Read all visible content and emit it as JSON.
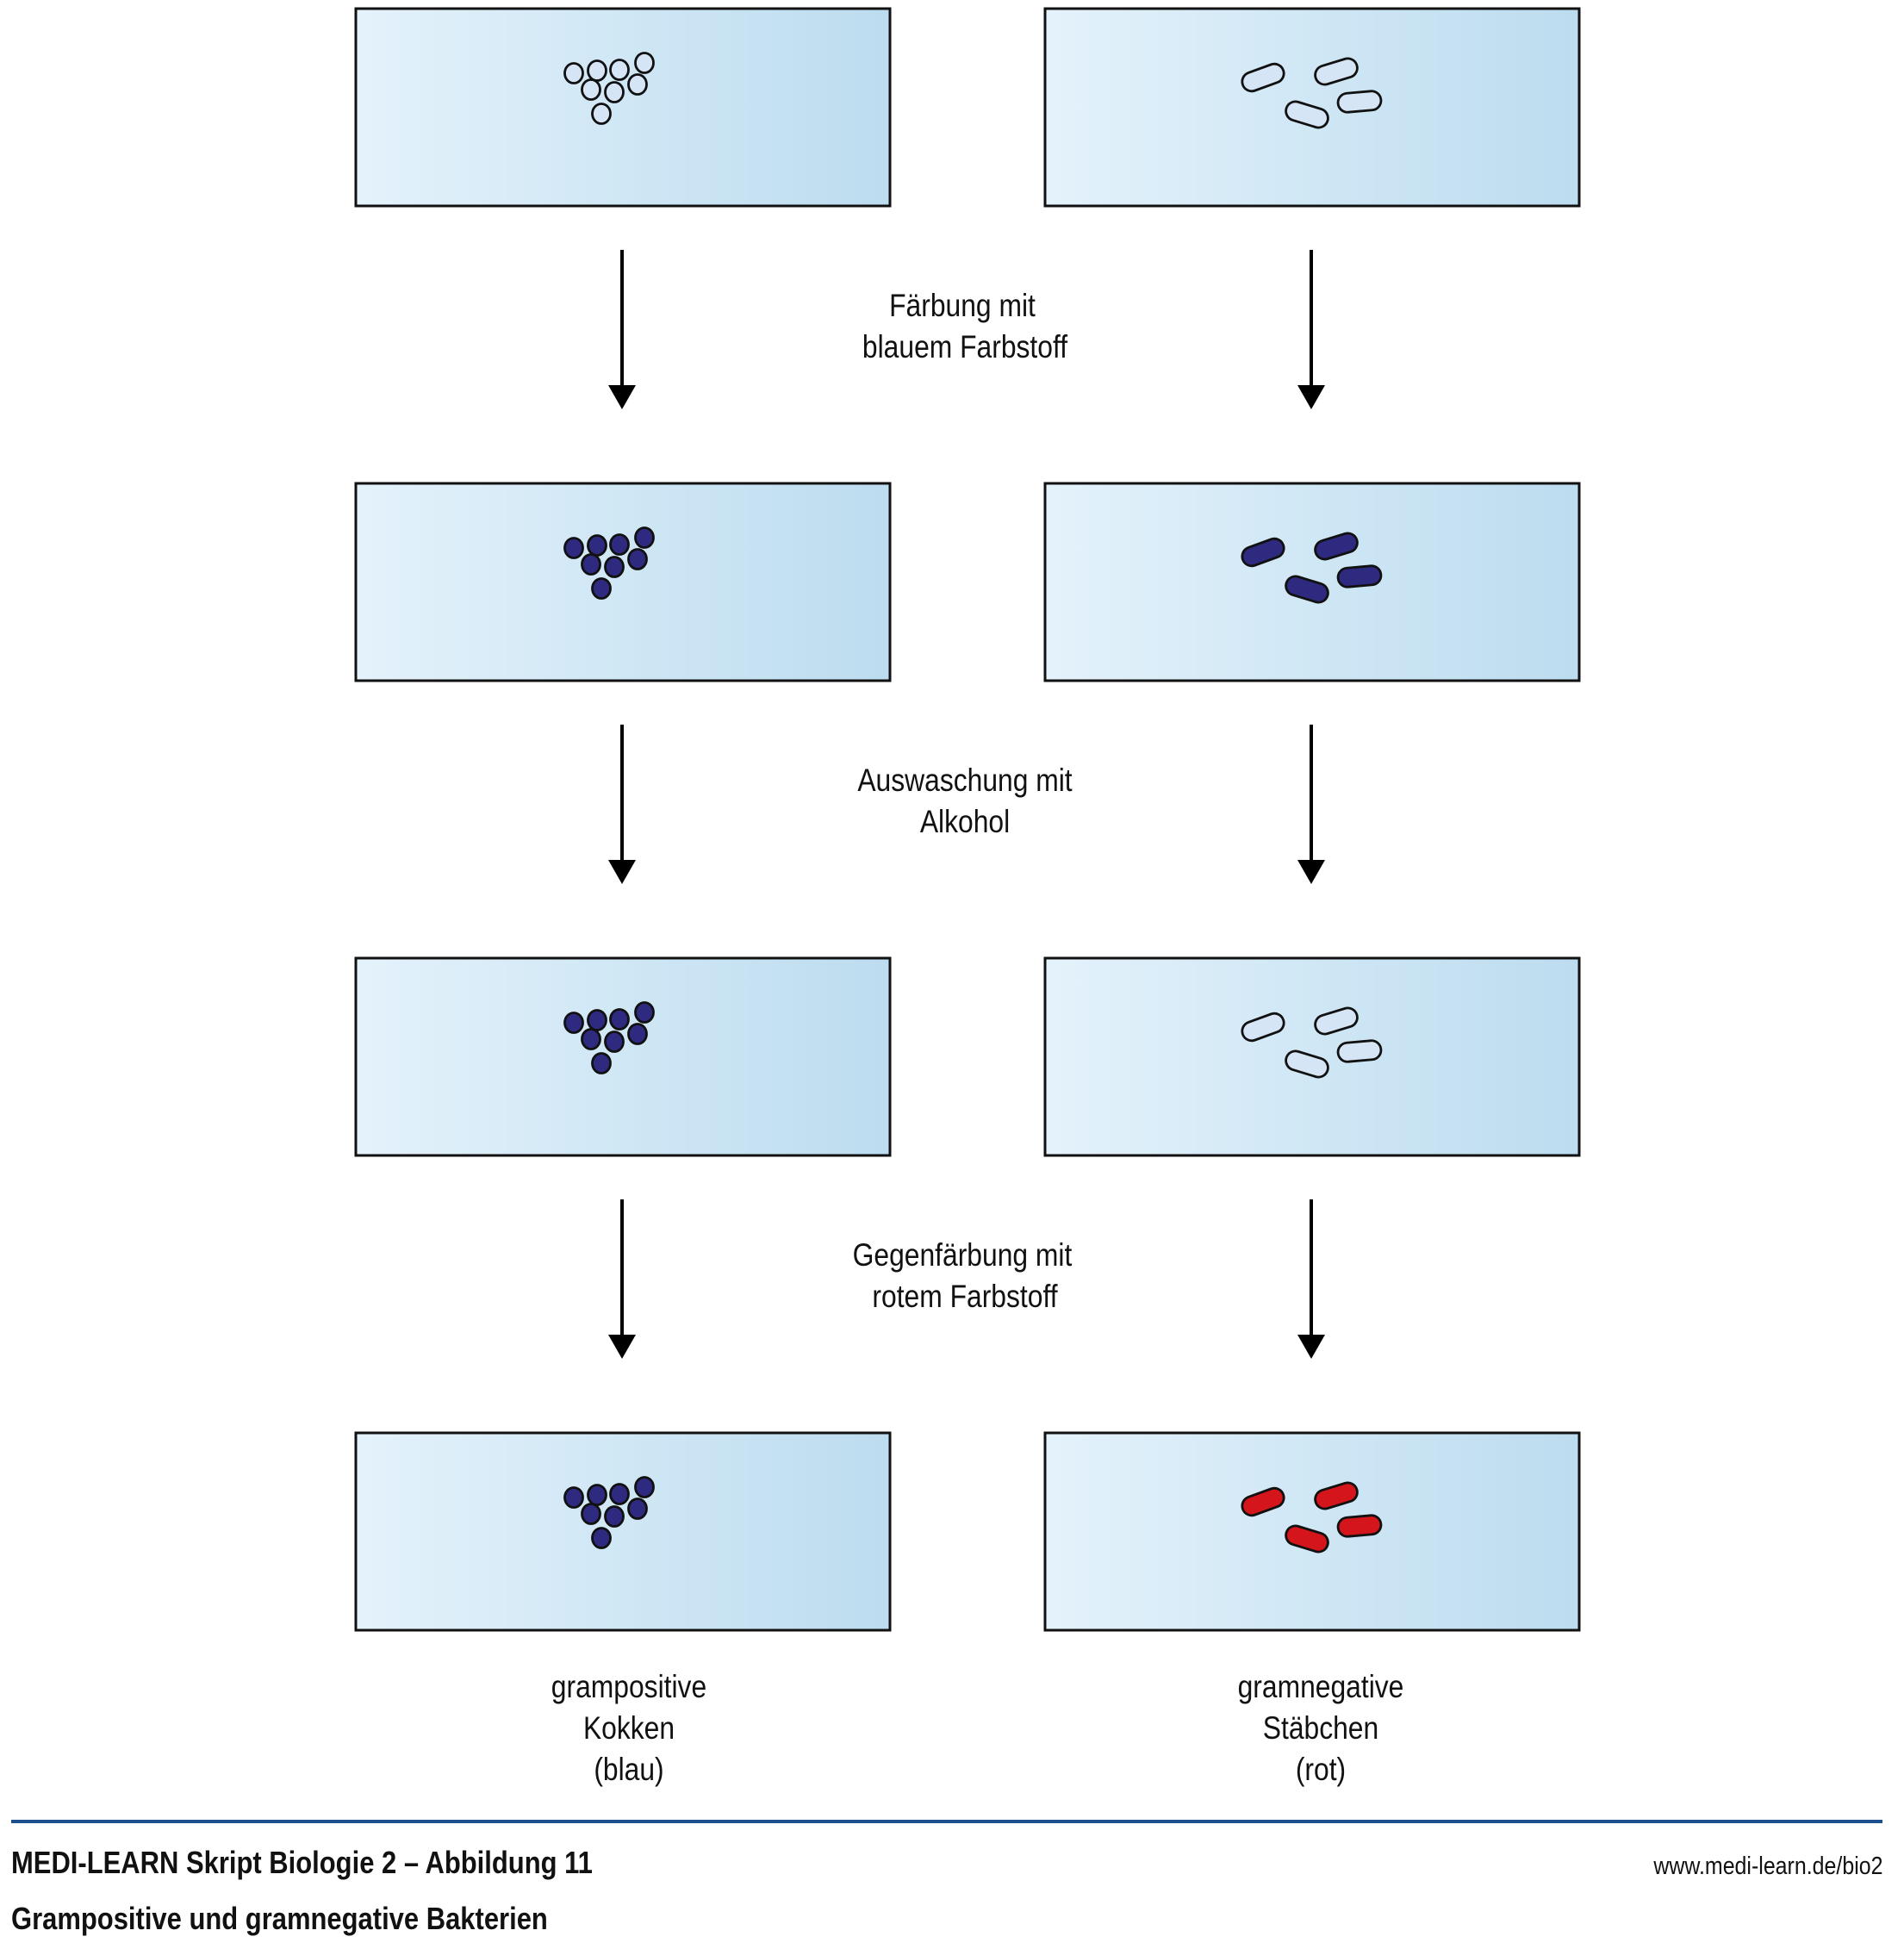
{
  "figure": {
    "steps": [
      {
        "id": "step-1",
        "lines": [
          "Färbung mit",
          "blauem Farbstoff"
        ]
      },
      {
        "id": "step-2",
        "lines": [
          "Auswaschung mit",
          "Alkohol"
        ]
      },
      {
        "id": "step-3",
        "lines": [
          "Gegenfärbung mit",
          "rotem Farbstoff"
        ]
      }
    ],
    "columns": [
      {
        "id": "grampositive",
        "shape": "cocci",
        "stages": [
          "unstained",
          "blue",
          "blue",
          "blue"
        ],
        "result_lines": [
          "grampositive",
          "Kokken",
          "(blau)"
        ]
      },
      {
        "id": "gramnegative",
        "shape": "rods",
        "stages": [
          "unstained",
          "blue",
          "unstained",
          "red"
        ],
        "result_lines": [
          "gramnegative",
          "Stäbchen",
          "(rot)"
        ]
      }
    ],
    "colors": {
      "unstained": "#d5e5f5",
      "blue": "#2e2a80",
      "red": "#d4151b",
      "slide_left": "#e4f2fb",
      "slide_right": "#bcdcef",
      "outline": "#111111",
      "accent_rule": "#1c4f8e"
    }
  },
  "footer": {
    "title": "MEDI-LEARN Skript Biologie 2 – Abbildung 11",
    "subtitle": "Grampositive und gramnegative Bakterien",
    "url": "www.medi-learn.de/bio2"
  }
}
